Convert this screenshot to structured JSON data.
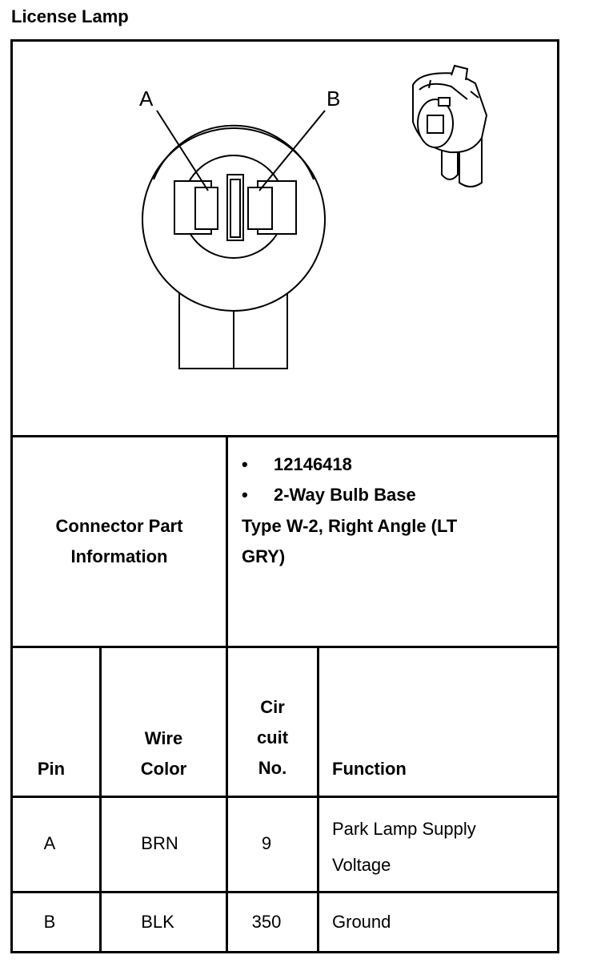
{
  "title": "License Lamp",
  "diagram": {
    "label_a": "A",
    "label_b": "B",
    "main_icon": "bulb-connector-face-view",
    "small_icon": "bulb-connector-angle-view"
  },
  "part_info": {
    "label_line1": "Connector Part",
    "label_line2": "Information",
    "bullets": [
      "12146418",
      "2-Way Bulb Base"
    ],
    "bullet_symbol": "•",
    "continuation_line1": "Type W-2, Right Angle (LT",
    "continuation_line2": "GRY)"
  },
  "table": {
    "headers": {
      "pin": "Pin",
      "wire_line1": "Wire",
      "wire_line2": "Color",
      "circuit_line1": "Cir",
      "circuit_line2": "cuit",
      "circuit_line3": "No.",
      "function": "Function"
    },
    "rows": [
      {
        "pin": "A",
        "wire": "BRN",
        "circuit": "9",
        "function_line1": "Park Lamp Supply",
        "function_line2": "Voltage"
      },
      {
        "pin": "B",
        "wire": "BLK",
        "circuit": "350",
        "function_line1": "Ground",
        "function_line2": ""
      }
    ]
  }
}
